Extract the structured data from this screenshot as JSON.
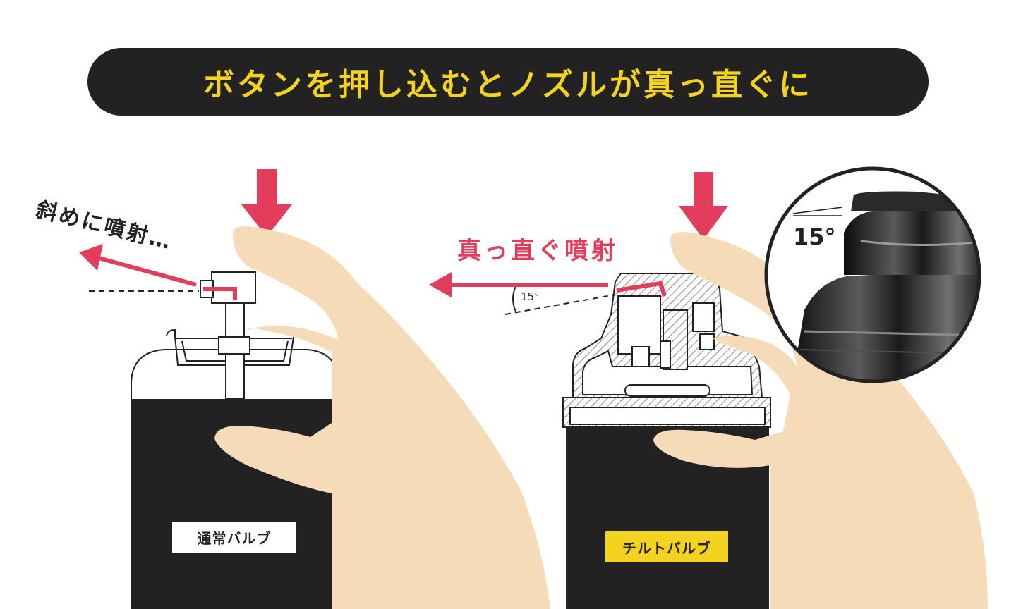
{
  "banner": {
    "text": "ボタンを押し込むとノズルが真っ直ぐに"
  },
  "left": {
    "spray_label": "斜めに噴射…",
    "badge": "通常バルブ"
  },
  "right": {
    "spray_label": "真っ直ぐ噴射",
    "badge": "チルトバルブ",
    "angle_small": "15°"
  },
  "inset": {
    "angle": "15°"
  },
  "colors": {
    "accent_red": "#e43d5b",
    "banner_bg": "#222222",
    "banner_text": "#f5d21e",
    "skin": "#f5dbb8",
    "can": "#222222",
    "tilt_badge_bg": "#f5d21e"
  }
}
